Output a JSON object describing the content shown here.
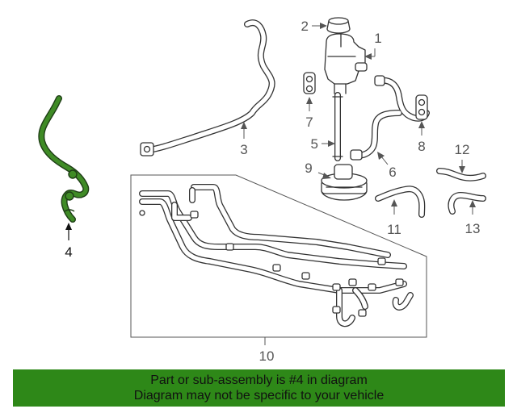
{
  "callouts": {
    "c1": "1",
    "c2": "2",
    "c3": "3",
    "c4": "4",
    "c5": "5",
    "c6": "6",
    "c7": "7",
    "c8": "8",
    "c9": "9",
    "c10": "10",
    "c11": "11",
    "c12": "12",
    "c13": "13"
  },
  "highlight": {
    "part_number": "4",
    "color": "#3f8b26"
  },
  "banner": {
    "line1": "Part or sub-assembly is #4 in diagram",
    "line2": "Diagram may not be specific to your vehicle",
    "background": "#2e8818"
  }
}
